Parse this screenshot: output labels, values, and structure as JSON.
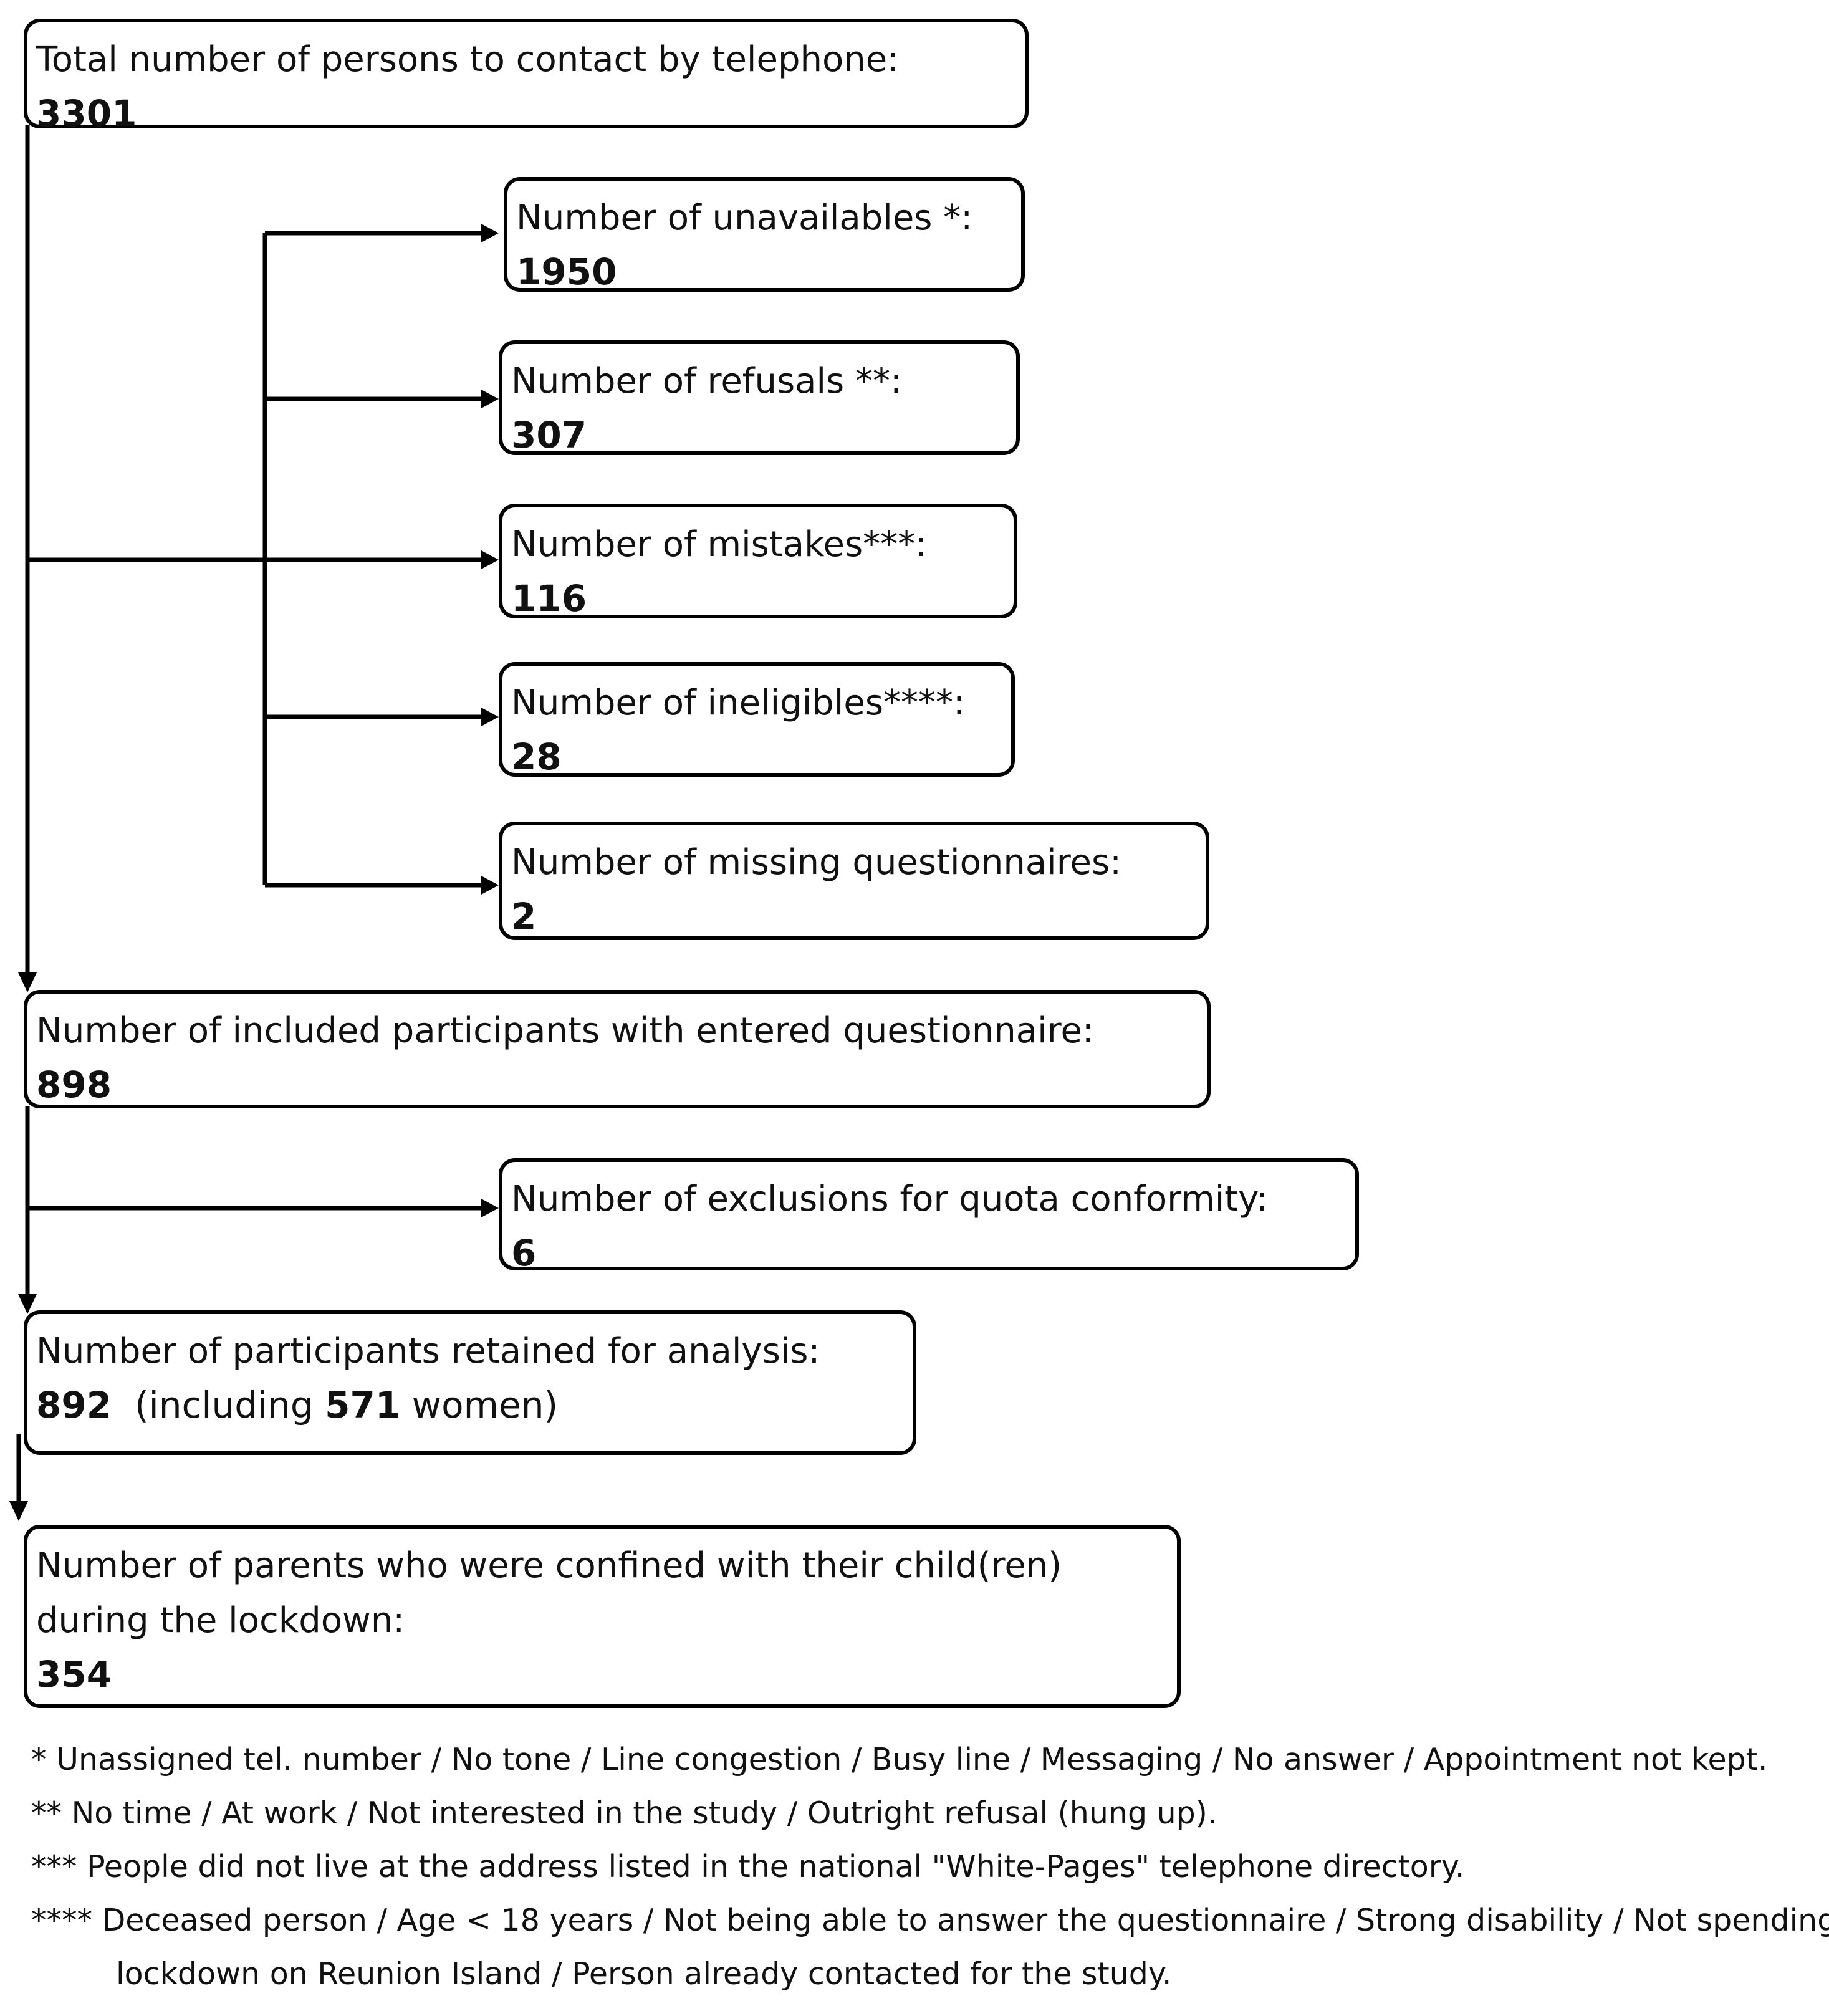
{
  "boxes": {
    "total": {
      "label": "Total number of persons to contact by telephone:",
      "value": "3301"
    },
    "unavailables": {
      "label": "Number of unavailables *:",
      "value": "1950"
    },
    "refusals": {
      "label": "Number of refusals **:",
      "value": "307"
    },
    "mistakes": {
      "label": "Number of mistakes***:",
      "value": "116"
    },
    "ineligibles": {
      "label": "Number of ineligibles****:",
      "value": "28"
    },
    "missing": {
      "label": "Number of missing questionnaires:",
      "value": "2"
    },
    "included": {
      "label": "Number of included participants with entered questionnaire:",
      "value": "898"
    },
    "exclusions": {
      "label": "Number of exclusions for quota conformity:",
      "value": "6"
    },
    "retained": {
      "label": "Number of participants retained for analysis:",
      "value": "892",
      "note_open": "  (including ",
      "women": "571",
      "note_close": " women)"
    },
    "parents": {
      "label_line1": "Number of parents who were confined with their child(ren)",
      "label_line2": "during the lockdown:",
      "value": "354"
    }
  },
  "footnotes": {
    "fn1": "* Unassigned tel. number / No tone / Line congestion / Busy line / Messaging / No answer / Appointment not kept.",
    "fn2": "** No time / At work / Not interested in the study / Outright refusal (hung up).",
    "fn3": "*** People did not live at the address listed in the national \"White-Pages\" telephone directory.",
    "fn4_line1": "**** Deceased person / Age < 18 years / Not being able to answer the questionnaire / Strong disability / Not spending",
    "fn4_line2": "lockdown on Reunion Island / Person already contacted for the study."
  }
}
